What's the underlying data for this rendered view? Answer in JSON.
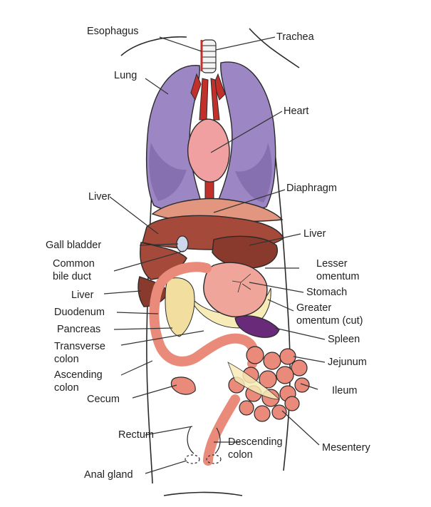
{
  "colors": {
    "lung": "#9c86c4",
    "lung_shade": "#7d66a8",
    "heart": "#f0a0a0",
    "vessel": "#c2302b",
    "liver": "#a54a3b",
    "liver_dark": "#8a3a2c",
    "stomach": "#f0a59a",
    "intestine": "#e98a7a",
    "pancreas": "#f2dfa0",
    "omentum": "#f7ecb8",
    "spleen": "#6a2a7a",
    "gall_bladder": "#cfd8ea",
    "outline": "#2a2a2a",
    "label_text": "#222222",
    "leader": "#333333"
  },
  "labels": {
    "esophagus": "Esophagus",
    "trachea": "Trachea",
    "lung": "Lung",
    "heart": "Heart",
    "liver_upper": "Liver",
    "diaphragm": "Diaphragm",
    "liver_right": "Liver",
    "gall_bladder": "Gall bladder",
    "common_bile_duct_1": "Common",
    "common_bile_duct_2": "bile duct",
    "lesser_omentum_1": "Lesser",
    "lesser_omentum_2": "omentum",
    "liver_lower": "Liver",
    "stomach": "Stomach",
    "duodenum": "Duodenum",
    "greater_omentum_1": "Greater",
    "greater_omentum_2": "omentum (cut)",
    "pancreas": "Pancreas",
    "spleen": "Spleen",
    "transverse_colon_1": "Transverse",
    "transverse_colon_2": "colon",
    "jejunum": "Jejunum",
    "ascending_colon_1": "Ascending",
    "ascending_colon_2": "colon",
    "ileum": "Ileum",
    "cecum": "Cecum",
    "rectum": "Rectum",
    "descending_colon_1": "Descending",
    "descending_colon_2": "colon",
    "mesentery": "Mesentery",
    "anal_gland": "Anal gland"
  }
}
